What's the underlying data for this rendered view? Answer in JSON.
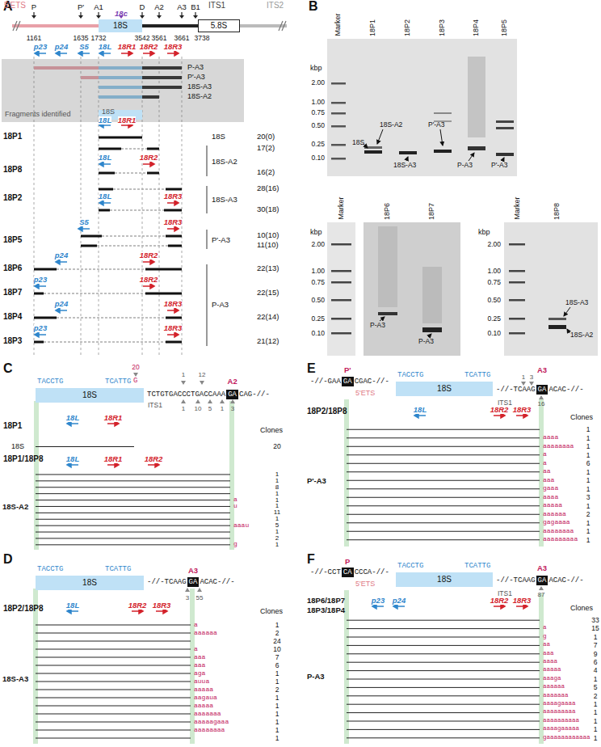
{
  "diagram": {
    "nodes": [
      {
        "text": [
          "18S"
        ]
      },
      {
        "text": [
          "5.8S"
        ]
      },
      {
        "text": [
          "Fragments identified"
        ]
      },
      {
        "text": [
          "18S"
        ],
        "in": 2
      },
      {
        "text": [
          "18S"
        ]
      },
      {
        "text": [
          "GA"
        ]
      },
      {
        "text": [
          "18S"
        ]
      },
      {
        "text": [
          "GA"
        ]
      },
      {
        "text": [
          "GA"
        ]
      },
      {
        "text": [
          "18S"
        ]
      },
      {
        "text": [
          "GA"
        ]
      },
      {
        "text": [
          "CA"
        ]
      },
      {
        "text": [
          "18S"
        ]
      },
      {
        "text": [
          "GA"
        ]
      }
    ],
    "labels": [
      "A",
      "5'ETS",
      "ITS1",
      "ITS2",
      "P",
      "P'",
      "A1",
      "18c",
      "D",
      "A2",
      "A3",
      "B1",
      "1161",
      "1635",
      "1732",
      "3542",
      "3561",
      "3661",
      "3738",
      "p23",
      "p24",
      "S5",
      "18L",
      "18R1",
      "18R2",
      "18R3",
      "P-A3",
      "P'-A3",
      "18S-A3",
      "18S-A2",
      "18P1",
      "18L",
      "18R1",
      "18S",
      "20(0)",
      "17(2)",
      "18P8",
      "18L",
      "18R2",
      "18S-A2",
      "16(2)",
      "18S-A3",
      "28(16)",
      "18P2",
      "18L",
      "18R3",
      "30(18)",
      "18P5",
      "S5",
      "18R3",
      "P'-A3",
      "10(10)",
      "11(10)",
      "18P6",
      "p24",
      "18R2",
      "22(13)",
      "18P7",
      "p23",
      "18R2",
      "22(15)",
      "18P4",
      "p24",
      "18R3",
      "22(14)",
      "18P3",
      "p23",
      "18R3",
      "21(12)",
      "P-A3",
      "B",
      "Marker",
      "18P1",
      "18P2",
      "18P3",
      "18P4",
      "18P5",
      "kbp",
      "2.00",
      "1.00",
      "0.75",
      "0.50",
      "0.25",
      "0.10",
      "18S",
      "18S-A2",
      "P'-A3",
      "18S-A3",
      "P-A3",
      "P'-A3",
      "kbp",
      "Marker",
      "2.00",
      "1.00",
      "0.75",
      "0.50",
      "0.25",
      "0.10",
      "18P6",
      "18P7",
      "P-A3",
      "P-A3",
      "kbp",
      "Marker",
      "18P8",
      "2.00",
      "1.00",
      "0.75",
      "0.50",
      "0.25",
      "0.10",
      "18S-A3",
      "18S-A2",
      "C",
      "TACCTG",
      "TCATTG",
      "G",
      "20",
      "TCTGTGACCCTGACCAAA",
      "CAG-//-",
      "A2",
      "1",
      "12",
      "ITS1",
      "1",
      "10",
      "5",
      "1",
      "3",
      "18L",
      "18R1",
      "18P1",
      "Clones",
      "18S",
      "20",
      "18P1/18P8",
      "18L",
      "18R1",
      "18R2",
      "18S-A2",
      "1",
      "1",
      "8",
      "1",
      "a",
      "1",
      "u",
      "1",
      "11",
      "1",
      "aaau",
      "5",
      "1",
      "2",
      "g",
      "1",
      "D",
      "TACCTG",
      "TCATTG",
      "-//-TCAAG",
      "ACAC-//-",
      "A3",
      "3",
      "55",
      "18L",
      "18R2",
      "18R3",
      "18P2/18P8",
      "Clones",
      "18S-A3",
      "a",
      "1",
      "aaaaaa",
      "2",
      "24",
      "a",
      "10",
      "aaa",
      "7",
      "aaa",
      "6",
      "aga",
      "1",
      "auua",
      "1",
      "aaaaa",
      "2",
      "aagaua",
      "1",
      "aaaaa",
      "1",
      "aaaaaaa",
      "1",
      "aaaaagaaa",
      "1",
      "aaaaaaaa",
      "1",
      "1",
      "E",
      "-//-GAA",
      "CGAC-//-",
      "P'",
      "5'ETS",
      "TACCTG",
      "TCATTG",
      "ITS1",
      "-//-TCAAG",
      "ACAC-//-",
      "A3",
      "1",
      "3",
      "16",
      "18L",
      "18R2",
      "18R3",
      "18P2/18P8",
      "Clones",
      "P'-A3",
      "1",
      "aaaa",
      "1",
      "aaaaaaaa",
      "1",
      "a",
      "1",
      "a",
      "6",
      "aa",
      "1",
      "aaa",
      "1",
      "gaaa",
      "1",
      "aaaa",
      "3",
      "aaaaa",
      "1",
      "aaaaaa",
      "2",
      "gagaaaa",
      "1",
      "aaaaaaaa",
      "1",
      "aaaaaaaaa",
      "1",
      "F",
      "-//-CCT",
      "CCCA-//-",
      "P",
      "5'ETS",
      "TACCTG",
      "TCATTG",
      "ITS1",
      "-//-TCAAG",
      "ACAC-//-",
      "A3",
      "87",
      "p23",
      "p24",
      "18R2",
      "18R3",
      "18P6/18P7",
      "18P3/18P4",
      "Clones",
      "P-A3",
      "33",
      "a",
      "15",
      "g",
      "1",
      "aa",
      "7",
      "aaa",
      "9",
      "aaaa",
      "6",
      "aaaaa",
      "4",
      "aaaga",
      "1",
      "aaaaaa",
      "5",
      "aaaaaaa",
      "2",
      "aaaagaaaa",
      "1",
      "aaaaaaaaa",
      "1",
      "aaaaaaaaaa",
      "1",
      "aaaagaaaaa",
      "1",
      "gaaaaaaaaaaaa",
      "1"
    ]
  }
}
